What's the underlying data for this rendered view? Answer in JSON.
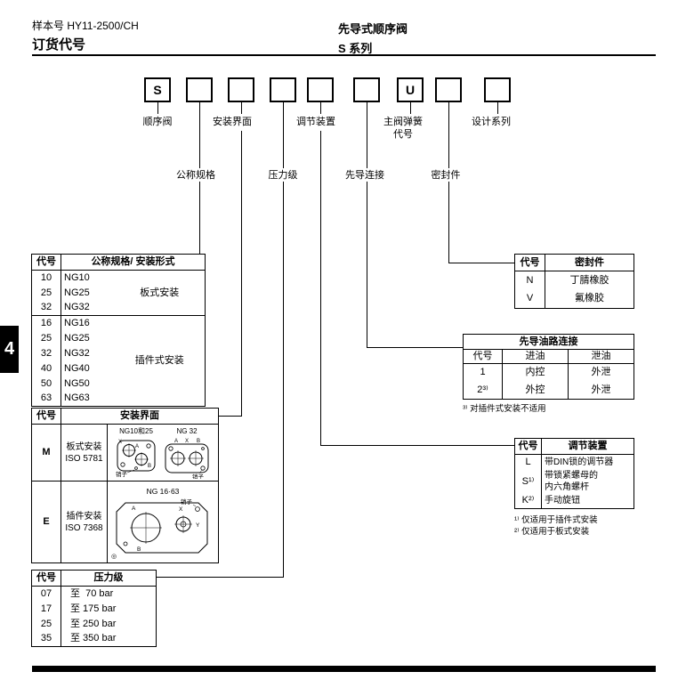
{
  "header": {
    "doc_number": "样本号 HY11-2500/CH",
    "title": "订货代号",
    "product": "先导式顺序阀",
    "series": "S 系列"
  },
  "page_tab": "4",
  "code_boxes": [
    "S",
    "",
    "",
    "",
    "",
    "",
    "U",
    "",
    ""
  ],
  "labels": {
    "sequence_valve": "顺序阀",
    "mounting_interface": "安装界面",
    "adjustment_device": "调节装置",
    "main_spring": "主阀弹簧\n代号",
    "design_series": "设计系列",
    "nominal_size": "公称规格",
    "pressure_rating": "压力级",
    "pilot_connection": "先导连接",
    "seals": "密封件"
  },
  "size_table": {
    "col_code": "代号",
    "col_desc": "公称规格/ 安装形式",
    "plate": {
      "rows": [
        [
          "10",
          "NG10"
        ],
        [
          "25",
          "NG25"
        ],
        [
          "32",
          "NG32"
        ]
      ],
      "mount": "板式安装"
    },
    "cartridge": {
      "rows": [
        [
          "16",
          "NG16"
        ],
        [
          "25",
          "NG25"
        ],
        [
          "32",
          "NG32"
        ],
        [
          "40",
          "NG40"
        ],
        [
          "50",
          "NG50"
        ],
        [
          "63",
          "NG63"
        ]
      ],
      "mount": "插件式安装"
    }
  },
  "interface_table": {
    "col_code": "代号",
    "col_desc": "安装界面",
    "row_m": {
      "code": "M",
      "desc": "板式安装\nISO 5781",
      "diagram1_title": "NG10和25",
      "diagram2_title": "NG 32"
    },
    "row_e": {
      "code": "E",
      "desc": "插件安装\nISO 7368",
      "diagram_title": "NG 16·63"
    },
    "pin_label": "销子",
    "ports": {
      "a": "A",
      "b": "B",
      "x": "X",
      "y": "Y"
    },
    "datum": "◎"
  },
  "pressure_table": {
    "col_code": "代号",
    "col_desc": "压力级",
    "rows": [
      [
        "07",
        "至  70 bar"
      ],
      [
        "17",
        "至 175 bar"
      ],
      [
        "25",
        "至 250 bar"
      ],
      [
        "35",
        "至 350 bar"
      ]
    ]
  },
  "seal_table": {
    "col_code": "代号",
    "col_desc": "密封件",
    "rows": [
      [
        "N",
        "丁腈橡胶"
      ],
      [
        "V",
        "氟橡胶"
      ]
    ]
  },
  "pilot_table": {
    "title": "先导油路连接",
    "col_code": "代号",
    "col_in": "进油",
    "col_drain": "泄油",
    "rows": [
      [
        "1",
        "内控",
        "外泄"
      ],
      [
        "2³⁾",
        "外控",
        "外泄"
      ]
    ],
    "footnote": "³⁾ 对插件式安装不适用"
  },
  "adjust_table": {
    "col_code": "代号",
    "col_desc": "调节装置",
    "rows": [
      [
        "L",
        "带DIN锁的调节器"
      ],
      [
        "S¹⁾",
        "带锁紧螺母的\n内六角螺杆"
      ],
      [
        "K²⁾",
        "手动旋钮"
      ]
    ],
    "footnote1": "¹⁾ 仅适用于插件式安装",
    "footnote2": "²⁾ 仅适用于板式安装"
  }
}
